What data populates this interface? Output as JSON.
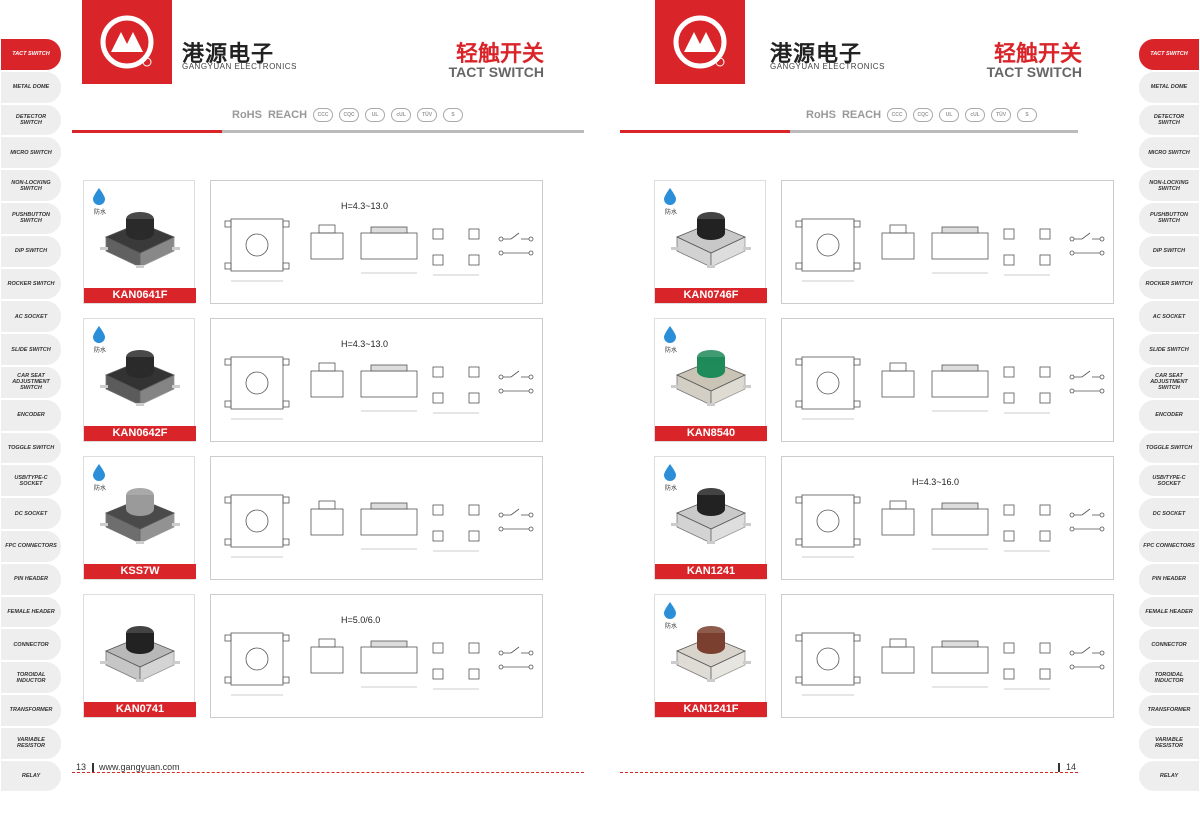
{
  "side_tabs": [
    "TACT SWITCH",
    "METAL DOME",
    "DETECTOR SWITCH",
    "MICRO SWITCH",
    "NON-LOCKING SWITCH",
    "PUSHBUTTON SWITCH",
    "DIP SWITCH",
    "ROCKER SWITCH",
    "AC SOCKET",
    "SLIDE SWITCH",
    "CAR SEAT ADJUSTMENT SWITCH",
    "ENCODER",
    "TOGGLE SWITCH",
    "USB/Type-C SOCKET",
    "DC SOCKET",
    "FPC CONNECTORS",
    "PIN HEADER",
    "FEMALE HEADER",
    "CONNECTOR",
    "TOROIDAL INDUCTOR",
    "TRANSFORMER",
    "VARIABLE RESISTOR",
    "RELAY"
  ],
  "active_tab": "TACT SWITCH",
  "header": {
    "brand_cn": "港源电子",
    "brand_en": "GANGYUAN ELECTRONICS",
    "title_cn": "轻触开关",
    "title_en": "TACT SWITCH",
    "certs": [
      "RoHS",
      "REACH"
    ]
  },
  "waterproof_label": "防水",
  "left_page": {
    "products": [
      {
        "part": "KAN0641F",
        "height_note": "H=4.3~13.0",
        "cap_color": "#2a2a2a",
        "base_color": "#3a3a3a"
      },
      {
        "part": "KAN0642F",
        "height_note": "H=4.3~13.0",
        "cap_color": "#2a2a2a",
        "base_color": "#333333"
      },
      {
        "part": "KSS7W",
        "height_note": "",
        "cap_color": "#9a9a9a",
        "base_color": "#4a4a4a"
      },
      {
        "part": "KAN0741",
        "height_note": "H=5.0/6.0",
        "cap_color": "#222222",
        "base_color": "#b8b8b8"
      }
    ],
    "page_number": "13",
    "website": "www.gangyuan.com"
  },
  "right_page": {
    "products": [
      {
        "part": "KAN0746F",
        "height_note": "",
        "cap_color": "#222222",
        "base_color": "#c8c8c8"
      },
      {
        "part": "KAN8540",
        "height_note": "",
        "cap_color": "#1f8a5a",
        "base_color": "#c9c4b6"
      },
      {
        "part": "KAN1241",
        "height_note": "H=4.3~16.0",
        "cap_color": "#222222",
        "base_color": "#c9c9c9"
      },
      {
        "part": "KAN1241F",
        "height_note": "",
        "cap_color": "#7a3f2e",
        "base_color": "#d8d4cc"
      }
    ],
    "page_number": "14"
  },
  "colors": {
    "accent": "#d9252a",
    "tab_bg": "#eeeeee",
    "waterproof_drop": "#2a8fd8"
  }
}
